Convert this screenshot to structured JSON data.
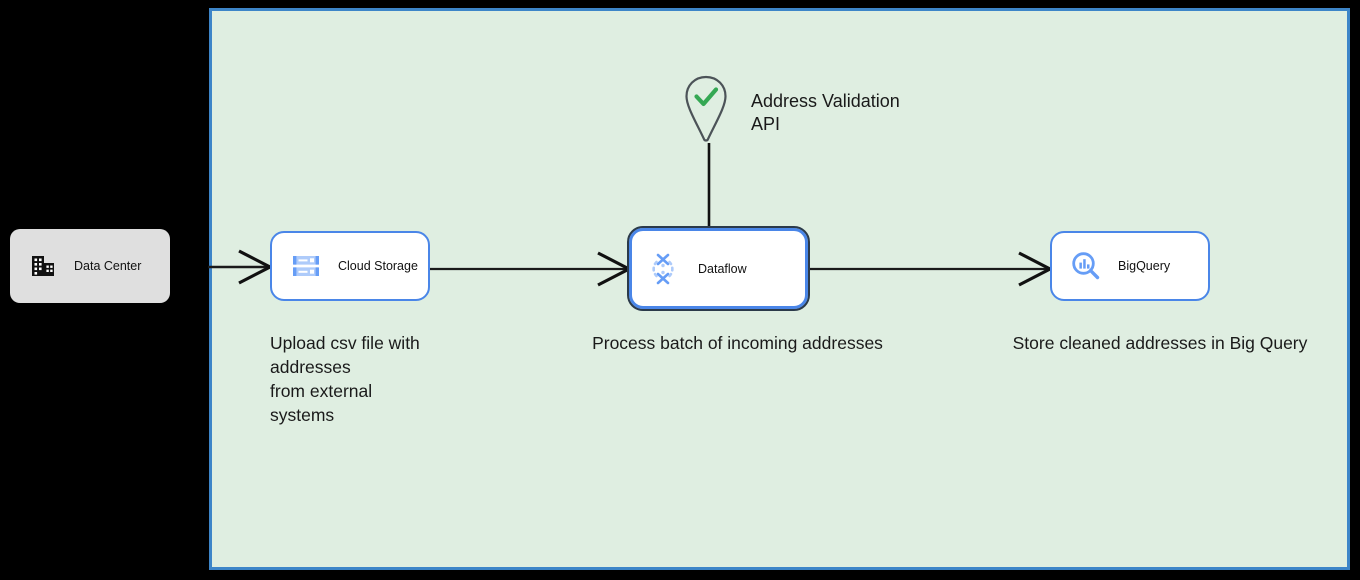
{
  "diagram": {
    "zone": {
      "name": "google-cloud-zone",
      "background_color": "#dfeee1",
      "border_color": "#3d85c8"
    },
    "external": {
      "datacenter": {
        "label": "Data Center",
        "icon": "building-icon",
        "background_color": "#dfdfdf"
      }
    },
    "api": {
      "label": "Address Validation\nAPI",
      "icon": "map-pin-check-icon",
      "check_color": "#34a853",
      "pin_color": "#4c5358"
    },
    "nodes": [
      {
        "id": "cloud-storage",
        "label": "Cloud Storage",
        "icon": "cloud-storage-icon",
        "selected": false,
        "border_color": "#4a86e8"
      },
      {
        "id": "dataflow",
        "label": "Dataflow",
        "icon": "dataflow-icon",
        "selected": true,
        "border_color": "#4a86e8"
      },
      {
        "id": "bigquery",
        "label": "BigQuery",
        "icon": "bigquery-icon",
        "selected": false,
        "border_color": "#4a86e8"
      }
    ],
    "captions": [
      {
        "for": "cloud-storage",
        "text": "Upload csv file with addresses\nfrom external\nsystems"
      },
      {
        "for": "dataflow",
        "text": "Process batch of incoming addresses"
      },
      {
        "for": "bigquery",
        "text": "Store cleaned addresses in Big Query"
      }
    ],
    "connections": [
      {
        "from": "data-center",
        "to": "cloud-storage",
        "style": "arrow"
      },
      {
        "from": "cloud-storage",
        "to": "dataflow",
        "style": "arrow"
      },
      {
        "from": "dataflow",
        "to": "bigquery",
        "style": "arrow"
      },
      {
        "from": "address-validation-api",
        "to": "dataflow",
        "style": "line"
      }
    ]
  }
}
